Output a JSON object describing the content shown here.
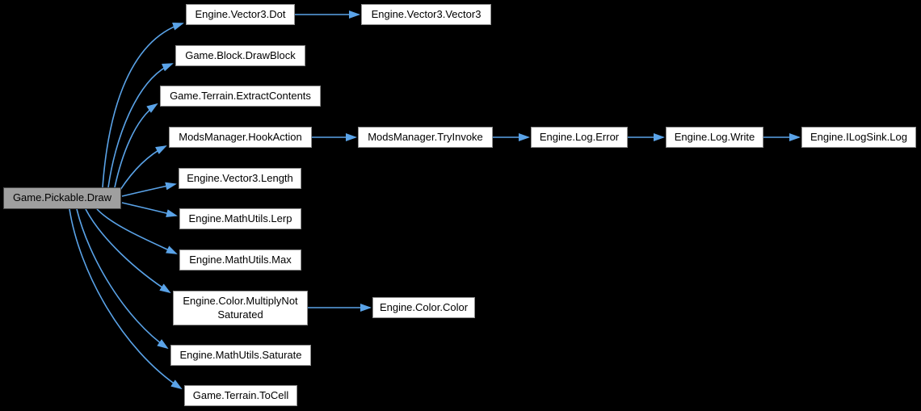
{
  "diagram": {
    "kind": "call-graph",
    "colors": {
      "background": "#000000",
      "edge": "#5aa3e8",
      "node_fill": "#ffffff",
      "node_border": "#8f8f8f",
      "root_fill": "#9f9f9f",
      "text": "#000000"
    },
    "nodes": [
      {
        "id": "draw",
        "label": "Game.Pickable.Draw"
      },
      {
        "id": "dot",
        "label": "Engine.Vector3.Dot"
      },
      {
        "id": "vector3",
        "label": "Engine.Vector3.Vector3"
      },
      {
        "id": "drawblock",
        "label": "Game.Block.DrawBlock"
      },
      {
        "id": "extract",
        "label": "Game.Terrain.ExtractContents"
      },
      {
        "id": "hook",
        "label": "ModsManager.HookAction"
      },
      {
        "id": "tryinvoke",
        "label": "ModsManager.TryInvoke"
      },
      {
        "id": "error",
        "label": "Engine.Log.Error"
      },
      {
        "id": "write",
        "label": "Engine.Log.Write"
      },
      {
        "id": "ilogsink",
        "label": "Engine.ILogSink.Log"
      },
      {
        "id": "length",
        "label": "Engine.Vector3.Length"
      },
      {
        "id": "lerp",
        "label": "Engine.MathUtils.Lerp"
      },
      {
        "id": "max",
        "label": "Engine.MathUtils.Max"
      },
      {
        "id": "multiply",
        "label": "Engine.Color.MultiplyNot Saturated"
      },
      {
        "id": "color",
        "label": "Engine.Color.Color"
      },
      {
        "id": "saturate",
        "label": "Engine.MathUtils.Saturate"
      },
      {
        "id": "tocell",
        "label": "Game.Terrain.ToCell"
      }
    ],
    "edges": [
      [
        "draw",
        "dot"
      ],
      [
        "draw",
        "drawblock"
      ],
      [
        "draw",
        "extract"
      ],
      [
        "draw",
        "hook"
      ],
      [
        "draw",
        "length"
      ],
      [
        "draw",
        "lerp"
      ],
      [
        "draw",
        "max"
      ],
      [
        "draw",
        "multiply"
      ],
      [
        "draw",
        "saturate"
      ],
      [
        "draw",
        "tocell"
      ],
      [
        "dot",
        "vector3"
      ],
      [
        "hook",
        "tryinvoke"
      ],
      [
        "tryinvoke",
        "error"
      ],
      [
        "error",
        "write"
      ],
      [
        "write",
        "ilogsink"
      ],
      [
        "multiply",
        "color"
      ]
    ]
  }
}
